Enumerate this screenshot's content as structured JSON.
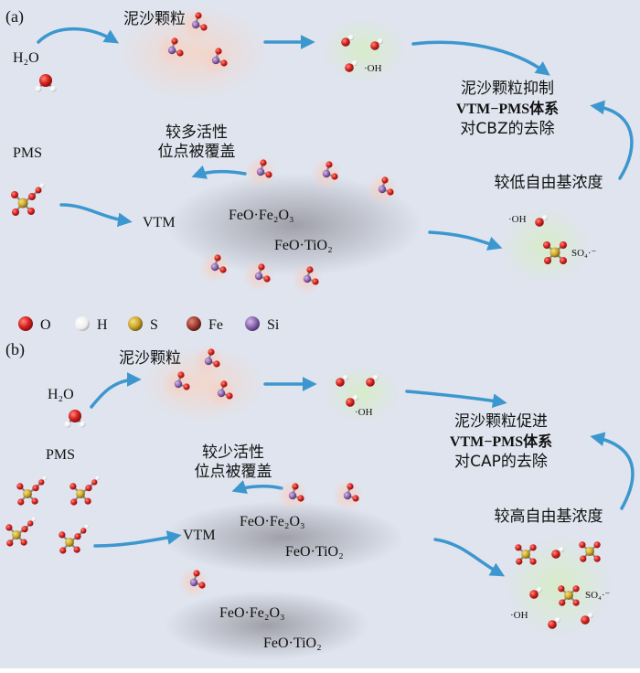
{
  "colors": {
    "background": "#dfe4ee",
    "arrow": "#3d97cf",
    "oxygen": "#d7211f",
    "hydrogen": "#f4f4f4",
    "sulfur": "#c9a226",
    "iron": "#9c3b2e",
    "silicon": "#8a62ae",
    "particle_glow": "#f6cfc2",
    "radical_glow": "#d7ecc9",
    "vtm_disk": "#b4b4bc"
  },
  "panel_a": {
    "label": "(a)",
    "particles_label": "泥沙颗粒",
    "water": "H₂O",
    "pms": "PMS",
    "vtm": "VTM",
    "phase1": "FeO·Fe₂O₃",
    "phase2": "FeO·TiO₂",
    "sites_line1": "较多活性",
    "sites_line2": "位点被覆盖",
    "oh": "·OH",
    "oh2": "·OH",
    "so4": "SO₄·⁻",
    "concentration": "较低自由基浓度",
    "effect_line1": "泥沙颗粒抑制",
    "effect_line2": "VTM−PMS体系",
    "effect_line3": "对CBZ的去除"
  },
  "legend": [
    {
      "symbol": "O",
      "color_key": "oxygen"
    },
    {
      "symbol": "H",
      "color_key": "hydrogen"
    },
    {
      "symbol": "S",
      "color_key": "sulfur"
    },
    {
      "symbol": "Fe",
      "color_key": "iron"
    },
    {
      "symbol": "Si",
      "color_key": "silicon"
    }
  ],
  "panel_b": {
    "label": "(b)",
    "particles_label": "泥沙颗粒",
    "water": "H₂O",
    "pms": "PMS",
    "vtm": "VTM",
    "phase1_top": "FeO·Fe₂O₃",
    "phase2_top": "FeO·TiO₂",
    "phase1_bottom": "FeO·Fe₂O₃",
    "phase2_bottom": "FeO·TiO₂",
    "sites_line1": "较少活性",
    "sites_line2": "位点被覆盖",
    "oh": "·OH",
    "oh2": "·OH",
    "so4": "SO₄·⁻",
    "concentration": "较高自由基浓度",
    "effect_line1": "泥沙颗粒促进",
    "effect_line2": "VTM−PMS体系",
    "effect_line3": "对CAP的去除"
  }
}
